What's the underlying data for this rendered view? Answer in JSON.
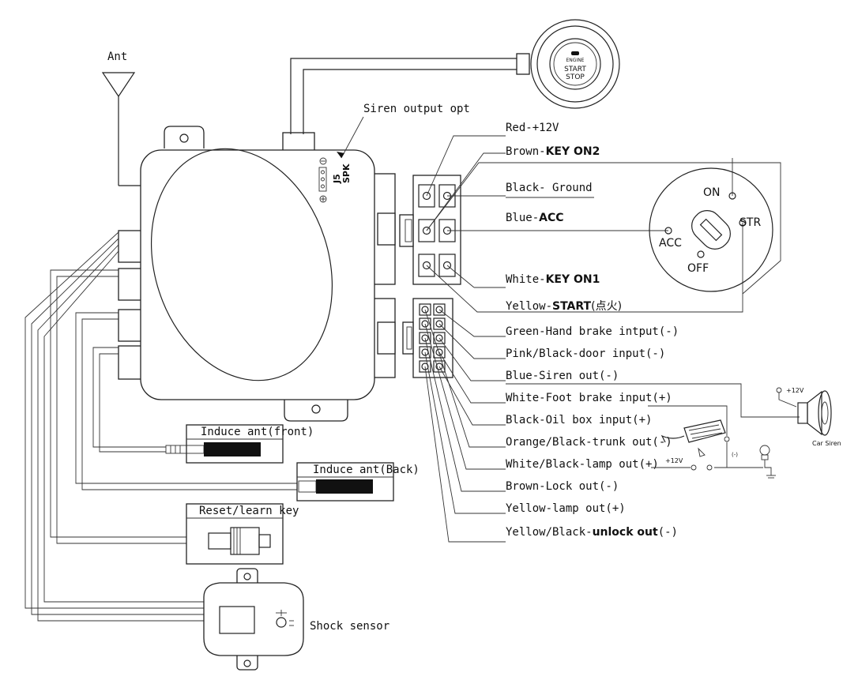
{
  "labels": {
    "ant": "Ant",
    "siren_output": "Siren output opt",
    "j5": "J5",
    "spk": "SPK",
    "start_btn_line1": "ENGINE",
    "start_btn_line2": "START",
    "start_btn_line3": "STOP",
    "ignition_on": "ON",
    "ignition_acc": "ACC",
    "ignition_str": "STR",
    "ignition_off": "OFF",
    "induce_front": "Induce ant(front)",
    "induce_back": "Induce ant(Back)",
    "reset_key": "Reset/learn key",
    "shock_sensor": "Shock sensor",
    "car_siren": "Car Siren",
    "plus12v_top": "+12V",
    "plus12v_lamp": "+12V",
    "neg_sign": "(-)"
  },
  "top_wires": [
    {
      "prefix": "Red-+12V",
      "bold": ""
    },
    {
      "prefix": "Brown-",
      "bold": "KEY ON2"
    },
    {
      "prefix": "Black- Ground",
      "bold": ""
    },
    {
      "prefix": "Blue-",
      "bold": "ACC"
    },
    {
      "prefix": "White-",
      "bold": "KEY ON1"
    },
    {
      "prefix": "Yellow-",
      "bold": "START",
      "suffix": "(点火)"
    }
  ],
  "bottom_wires": [
    {
      "prefix": "Green-Hand brake intput(-)",
      "bold": ""
    },
    {
      "prefix": "Pink/Black-door input(-)",
      "bold": ""
    },
    {
      "prefix": "Blue-Siren out(-)",
      "bold": ""
    },
    {
      "prefix": "White-Foot brake input(+)",
      "bold": ""
    },
    {
      "prefix": "Black-Oil box input(+)",
      "bold": ""
    },
    {
      "prefix": "Orange/Black-trunk out(-)",
      "bold": ""
    },
    {
      "prefix": "White/Black-lamp out(+)",
      "bold": ""
    },
    {
      "prefix": "Brown-Lock out(-)",
      "bold": ""
    },
    {
      "prefix": "Yellow-lamp out(+)",
      "bold": ""
    },
    {
      "prefix": "Yellow/Black-",
      "bold": "unlock out",
      "suffix": "(-)"
    }
  ]
}
